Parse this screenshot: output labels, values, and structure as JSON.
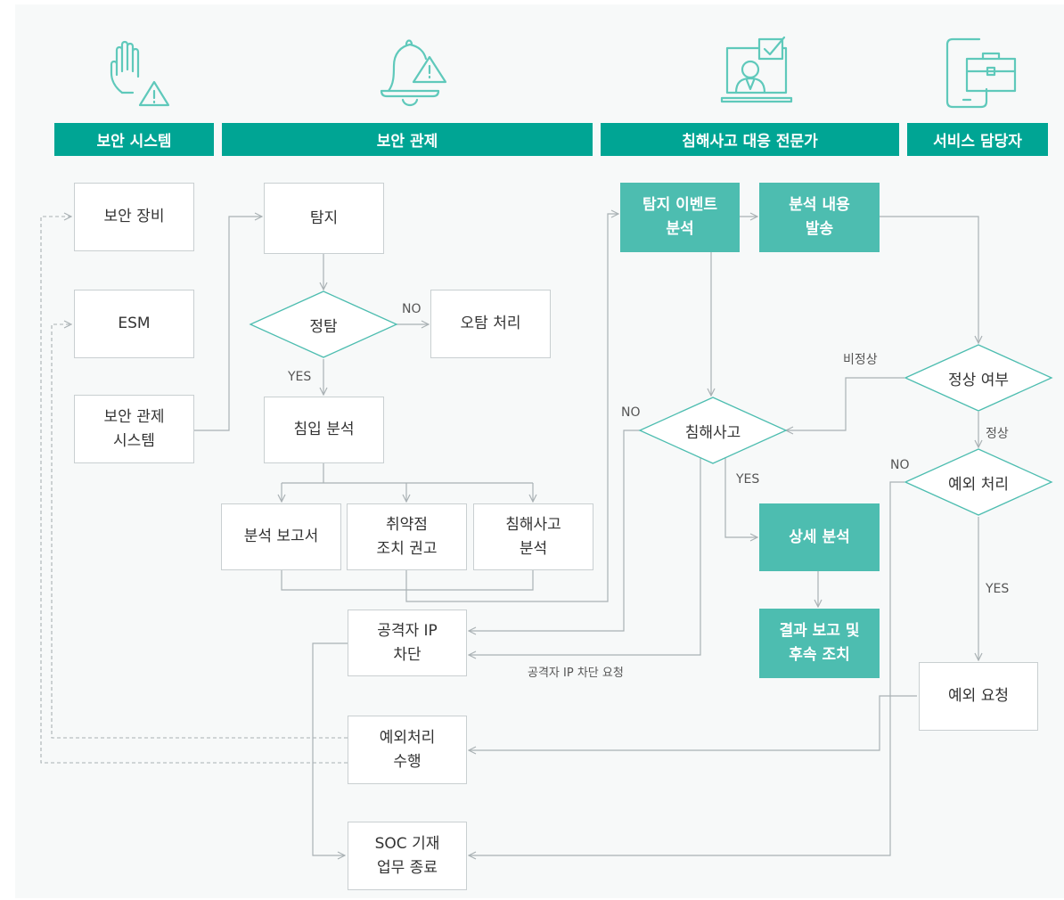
{
  "headers": {
    "security_system": "보안 시스템",
    "security_monitoring": "보안 관제",
    "incident_expert": "침해사고 대응 전문가",
    "service_manager": "서비스 담당자"
  },
  "nodes": {
    "security_equipment": "보안 장비",
    "esm": "ESM",
    "monitoring_system": "보안 관제\n시스템",
    "detection": "탐지",
    "true_positive": "정탐",
    "false_positive_handling": "오탐 처리",
    "intrusion_analysis": "침입 분석",
    "analysis_report": "분석 보고서",
    "vuln_recommendation": "취약점\n조치 권고",
    "incident_analysis": "침해사고\n분석",
    "attacker_ip_block": "공격자 IP\n차단",
    "exception_processing": "예외처리\n수행",
    "soc_end": "SOC 기재\n업무 종료",
    "event_analysis": "탐지 이벤트\n분석",
    "send_analysis": "분석 내용\n발송",
    "incident": "침해사고",
    "detailed_analysis": "상세 분석",
    "result_report": "결과 보고 및\n후속 조치",
    "normal_check": "정상 여부",
    "exception_handling": "예외 처리",
    "exception_request": "예외 요청"
  },
  "edge_labels": {
    "no_1": "NO",
    "yes_1": "YES",
    "no_2": "NO",
    "yes_2": "YES",
    "abnormal": "비정상",
    "normal": "정상",
    "no_3": "NO",
    "yes_3": "YES",
    "block_request": "공격자 IP 차단 요청"
  },
  "colors": {
    "teal_header": "#00a594",
    "teal_box": "#4dbdb0",
    "line": "#a9b1b4",
    "icon": "#5fc9bb"
  },
  "icons": [
    "hand-warning-icon",
    "bell-warning-icon",
    "expert-monitor-icon",
    "tablet-briefcase-icon"
  ]
}
